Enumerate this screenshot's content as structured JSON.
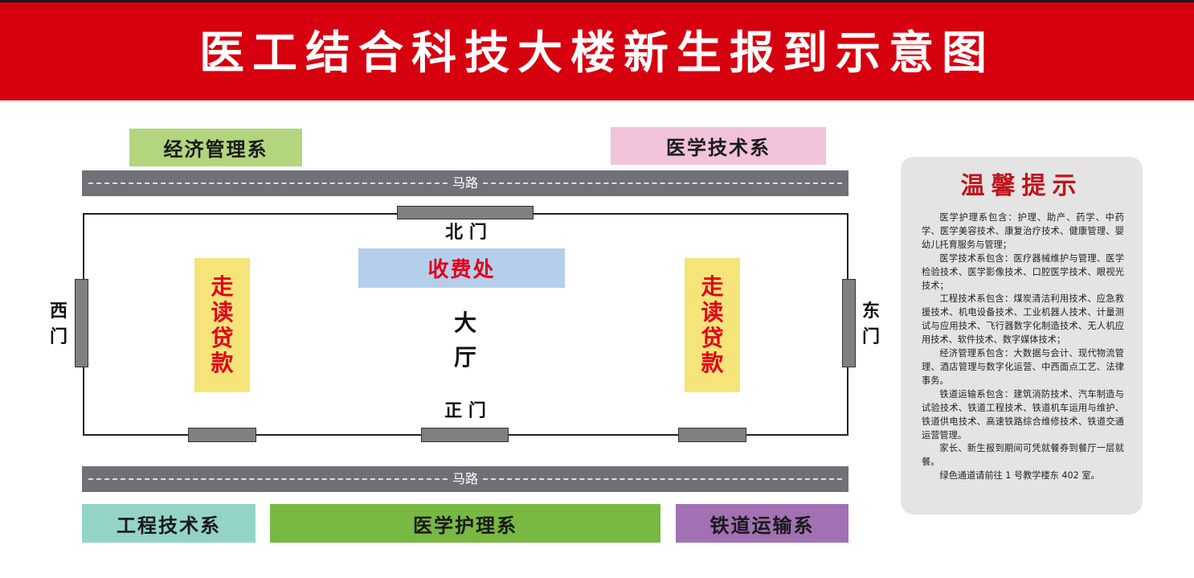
{
  "title": "医工结合科技大楼新生报到示意图",
  "departments": {
    "top_left": "经济管理系",
    "top_right": "医学技术系",
    "bottom_left": "工程技术系",
    "bottom_center": "医学护理系",
    "bottom_right": "铁道运输系"
  },
  "road_label": "马路",
  "doors": {
    "north": "北 门",
    "south": "正 门",
    "west": "西门",
    "east": "东门"
  },
  "cashier": "收费处",
  "hall": "大厅",
  "day_student_loan": "走读贷款",
  "tips": {
    "title": "温馨提示",
    "paragraphs": [
      "医学护理系包含：护理、助产、药学、中药学、医学美容技术、康复治疗技术、健康管理、婴幼儿托育服务与管理；",
      "医学技术系包含：医疗器械维护与管理、医学检验技术、医学影像技术、口腔医学技术、眼视光技术；",
      "工程技术系包含：煤炭清洁利用技术、应急救援技术、机电设备技术、工业机器人技术、计量测试与应用技术、飞行器数字化制造技术、无人机应用技术、软件技术、数字媒体技术；",
      "经济管理系包含：大数据与会计、现代物流管理、酒店管理与数字化运营、中西面点工艺、法律事务。",
      "铁道运输系包含：建筑消防技术、汽车制造与试验技术、铁道工程技术、铁道机车运用与维护、铁道供电技术、高速铁路综合维修技术、铁道交通运营管理。",
      "家长、新生报到期间可凭就餐券到餐厅一层就餐。",
      "绿色通道请前往 1 号教学楼东 402 室。"
    ]
  },
  "colors": {
    "banner": "#d7000f",
    "economics": "#b3d57e",
    "medical_tech": "#f0c3da",
    "engineering": "#94d4c8",
    "nursing": "#77b943",
    "railway": "#a271b3",
    "cashier": "#b5ceeb",
    "loan": "#f4e47a",
    "road": "#707078",
    "door": "#808080",
    "tips_bg": "#e4e4e4",
    "accent_red": "#e0001b"
  }
}
